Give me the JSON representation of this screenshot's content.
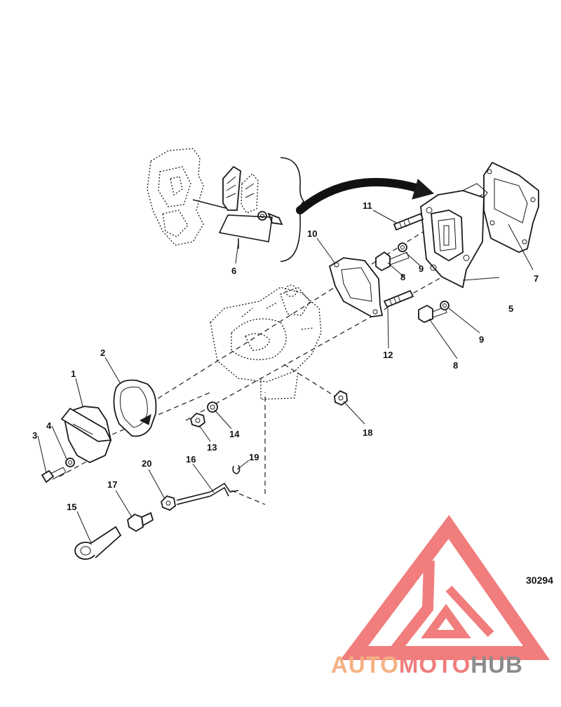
{
  "figure_number": "30294",
  "callouts": {
    "c1": "1",
    "c2": "2",
    "c3": "3",
    "c4": "4",
    "c5": "5",
    "c6": "6",
    "c7": "7",
    "c8a": "8",
    "c8b": "8",
    "c9a": "9",
    "c9b": "9",
    "c10": "10",
    "c11": "11",
    "c12": "12",
    "c13": "13",
    "c14": "14",
    "c15": "15",
    "c16": "16",
    "c17": "17",
    "c18": "18",
    "c19": "19",
    "c20": "20"
  },
  "watermark": {
    "part1": "AUTO",
    "part2": "MOTO",
    "part3": "HUB",
    "colors": {
      "orange": "#f5b183",
      "pink": "#f07d7d",
      "gray": "#8c8c8c",
      "logo": "#f07070"
    }
  }
}
